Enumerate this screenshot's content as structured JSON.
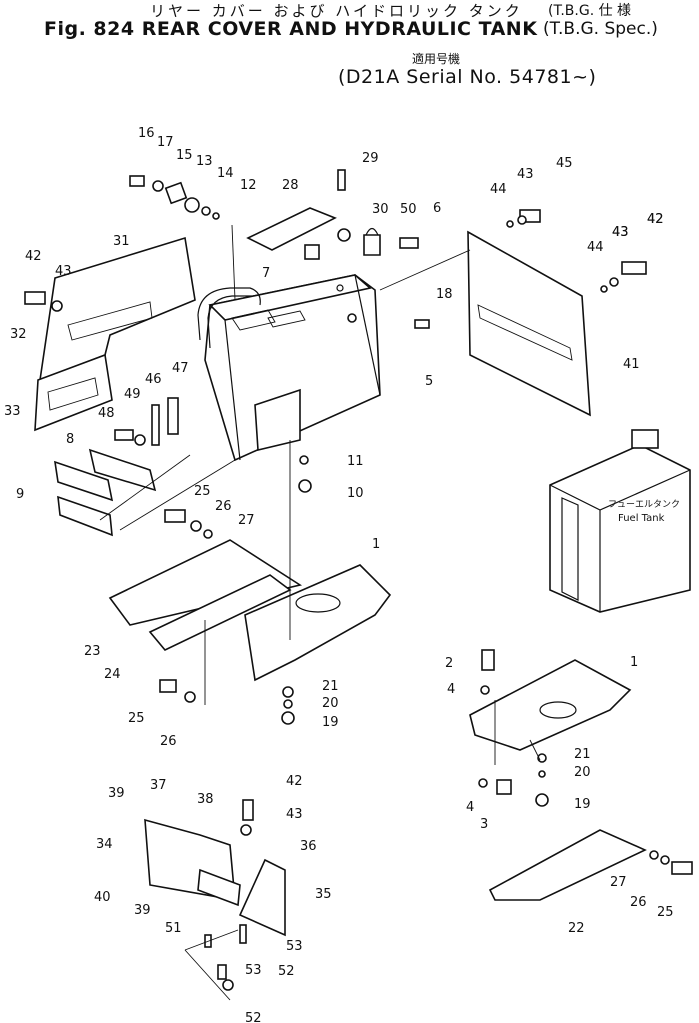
{
  "header": {
    "title_jp": "リヤー カバー および ハイドロリック タンク",
    "title_en": "Fig. 824 REAR COVER AND HYDRAULIC TANK",
    "spec_jp": "(T.B.G. 仕 様",
    "spec_en": "(T.B.G. Spec.)",
    "serial_jp": "適用号機",
    "serial_en": "(D21A Serial No. 54781~)"
  },
  "tank_label_jp": "フューエルタンク",
  "tank_label_en": "Fuel Tank",
  "callouts": [
    "16",
    "17",
    "15",
    "13",
    "14",
    "12",
    "28",
    "29",
    "30",
    "50",
    "6",
    "44",
    "43",
    "45",
    "42",
    "43",
    "31",
    "42",
    "43",
    "32",
    "7",
    "18",
    "44",
    "43",
    "42",
    "5",
    "41",
    "33",
    "49",
    "46",
    "47",
    "48",
    "8",
    "9",
    "11",
    "10",
    "25",
    "26",
    "27",
    "1",
    "23",
    "24",
    "25",
    "26",
    "21",
    "20",
    "19",
    "2",
    "1",
    "4",
    "21",
    "20",
    "4",
    "3",
    "19",
    "39",
    "37",
    "42",
    "38",
    "43",
    "34",
    "36",
    "40",
    "35",
    "39",
    "27",
    "26",
    "25",
    "22",
    "51",
    "53",
    "53",
    "52",
    "52"
  ]
}
